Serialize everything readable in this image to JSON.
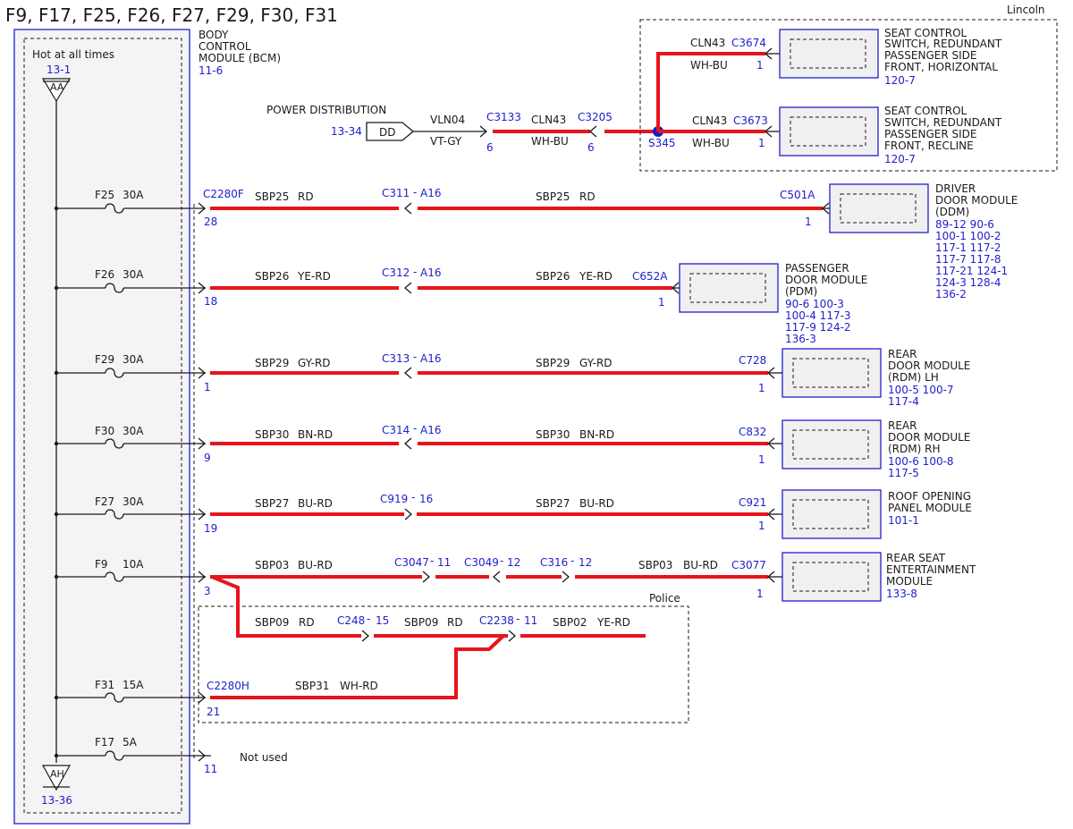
{
  "title": "F9, F17, F25, F26, F27, F29, F30, F31",
  "bcm": {
    "hot_label": "Hot at all times",
    "name_lines": [
      "BODY",
      "CONTROL",
      "MODULE (BCM)"
    ],
    "ref": "11-6",
    "top_ref": "13-1",
    "top_tag": "AA",
    "bottom_tag": "AH",
    "bottom_ref": "13-36"
  },
  "power_dist": {
    "label": "POWER DISTRIBUTION",
    "ref": "13-34",
    "tag": "DD",
    "wire1": "VLN04",
    "color1": "VT-GY",
    "conn1": "C3133",
    "pin1": "6",
    "wire2": "CLN43",
    "color2": "WH-BU",
    "conn2": "C3205",
    "pin2": "6",
    "splice": "S345"
  },
  "lincoln": {
    "label": "Lincoln",
    "upper": {
      "wire": "CLN43",
      "color": "WH-BU",
      "conn": "C3674",
      "pin": "1",
      "name_lines": [
        "SEAT CONTROL",
        "SWITCH, REDUNDANT",
        "PASSENGER SIDE",
        "FRONT, HORIZONTAL"
      ],
      "ref": "120-7"
    },
    "lower": {
      "wire": "CLN43",
      "color": "WH-BU",
      "conn": "C3673",
      "pin": "1",
      "name_lines": [
        "SEAT CONTROL",
        "SWITCH, REDUNDANT",
        "PASSENGER SIDE",
        "FRONT, RECLINE"
      ],
      "ref": "120-7"
    }
  },
  "circuits": [
    {
      "fuse": "F25",
      "amp": "30A",
      "bcm_conn": "C2280F",
      "bcm_pin": "28",
      "left_wire": "SBP25",
      "left_color": "RD",
      "inline": "C311",
      "inline_pin": "A16",
      "right_wire": "SBP25",
      "right_color": "RD",
      "dest_conn": "C501A",
      "dest_pin": "1",
      "dest_lines": [
        "DRIVER",
        "DOOR MODULE",
        "(DDM)"
      ],
      "dest_refs": [
        "89-12 90-6",
        "100-1 100-2",
        "117-1 117-2",
        "117-7 117-8",
        "117-21 124-1",
        "124-3 128-4",
        "136-2"
      ]
    },
    {
      "fuse": "F26",
      "amp": "30A",
      "bcm_conn": "",
      "bcm_pin": "18",
      "left_wire": "SBP26",
      "left_color": "YE-RD",
      "inline": "C312",
      "inline_pin": "A16",
      "right_wire": "SBP26",
      "right_color": "YE-RD",
      "dest_conn": "C652A",
      "dest_pin": "1",
      "dest_lines": [
        "PASSENGER",
        "DOOR MODULE",
        "(PDM)"
      ],
      "dest_refs": [
        "90-6   100-3",
        "100-4 117-3",
        "117-9 124-2",
        "136-3"
      ]
    },
    {
      "fuse": "F29",
      "amp": "30A",
      "bcm_conn": "",
      "bcm_pin": "1",
      "left_wire": "SBP29",
      "left_color": "GY-RD",
      "inline": "C313",
      "inline_pin": "A16",
      "right_wire": "SBP29",
      "right_color": "GY-RD",
      "dest_conn": "C728",
      "dest_pin": "1",
      "dest_lines": [
        "REAR",
        "DOOR MODULE",
        "(RDM) LH"
      ],
      "dest_refs": [
        "100-5 100-7",
        "117-4"
      ]
    },
    {
      "fuse": "F30",
      "amp": "30A",
      "bcm_conn": "",
      "bcm_pin": "9",
      "left_wire": "SBP30",
      "left_color": "BN-RD",
      "inline": "C314",
      "inline_pin": "A16",
      "right_wire": "SBP30",
      "right_color": "BN-RD",
      "dest_conn": "C832",
      "dest_pin": "1",
      "dest_lines": [
        "REAR",
        "DOOR MODULE",
        "(RDM) RH"
      ],
      "dest_refs": [
        "100-6 100-8",
        "117-5"
      ]
    },
    {
      "fuse": "F27",
      "amp": "30A",
      "bcm_conn": "",
      "bcm_pin": "19",
      "left_wire": "SBP27",
      "left_color": "BU-RD",
      "inline": "C919",
      "inline_pin": "16",
      "right_wire": "SBP27",
      "right_color": "BU-RD",
      "dest_conn": "C921",
      "dest_pin": "1",
      "dest_lines": [
        "ROOF OPENING",
        "PANEL MODULE"
      ],
      "dest_refs": [
        "101-1"
      ]
    }
  ],
  "f9": {
    "fuse": "F9",
    "amp": "10A",
    "bcm_pin": "3",
    "left_wire": "SBP03",
    "left_color": "BU-RD",
    "inline1": "C3047",
    "inline1_pin": "11",
    "inline2": "C3049",
    "inline2_pin": "12",
    "inline3": "C316",
    "inline3_pin": "12",
    "right_wire": "SBP03",
    "right_color": "BU-RD",
    "dest_conn": "C3077",
    "dest_pin": "1",
    "dest_lines": [
      "REAR SEAT",
      "ENTERTAINMENT",
      "MODULE"
    ],
    "dest_refs": [
      "133-8"
    ]
  },
  "police": {
    "label": "Police",
    "wire_a": "SBP09",
    "color_a": "RD",
    "conn_a": "C248",
    "conn_a_pin": "15",
    "wire_b": "SBP09",
    "color_b": "RD",
    "conn_b": "C2238",
    "conn_b_pin": "11",
    "wire_c": "SBP02",
    "color_c": "YE-RD"
  },
  "f31": {
    "fuse": "F31",
    "amp": "15A",
    "bcm_conn": "C2280H",
    "bcm_pin": "21",
    "wire": "SBP31",
    "color": "WH-RD"
  },
  "f17": {
    "fuse": "F17",
    "amp": "5A",
    "bcm_pin": "11",
    "note": "Not used"
  },
  "colors": {
    "wire": "#e8141b",
    "ref_text": "#2020cc",
    "module_fill": "#f0f0f0",
    "module_border": "#2020cc"
  }
}
